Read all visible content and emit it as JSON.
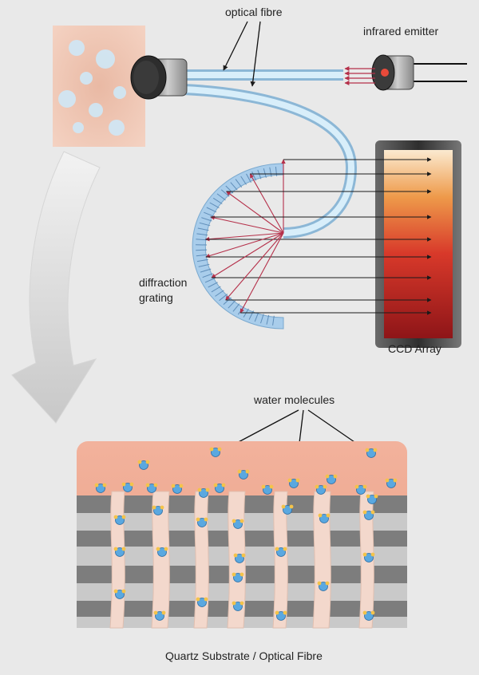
{
  "labels": {
    "optical_fibre": "optical fibre",
    "infrared_emitter": "infrared emitter",
    "diffraction_grating_line1": "diffraction",
    "diffraction_grating_line2": "grating",
    "ccd_array": "CCD Array",
    "water_molecules": "water molecules",
    "substrate": "Quartz Substrate / Optical Fibre"
  },
  "colors": {
    "background": "#e9e9e9",
    "fibre": "#bcdff3",
    "grating": "#9fc6e6",
    "ray_red": "#b5304a",
    "ray_black": "#1a1a1a",
    "substrate_pink": "#f0a590",
    "layer_dark": "#7d7d7d",
    "layer_light": "#c9c9c9",
    "molecule": "#5aa8e0"
  },
  "icons": [
    "sample-tissue-image",
    "fibre-connector-icon",
    "infrared-emitter-icon",
    "ccd-array-icon",
    "water-molecule-icon",
    "curved-arrow-icon"
  ]
}
